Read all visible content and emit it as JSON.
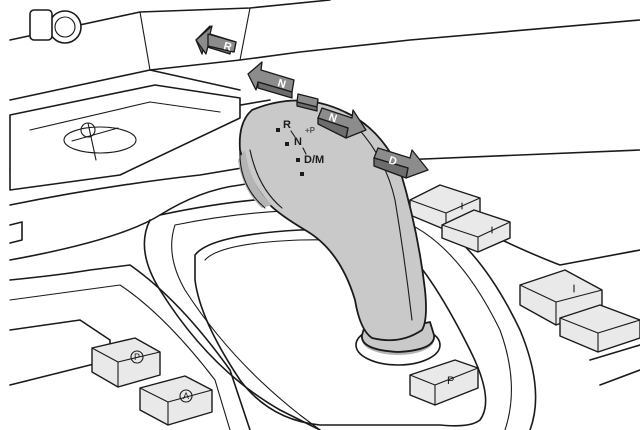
{
  "gear_knob": {
    "reverse": "R",
    "neutral": "N",
    "park_hint": "+P",
    "drive": "D/M"
  },
  "arrows": {
    "reverse_label": "R",
    "neutral_up_label": "N",
    "neutral_down_label": "N",
    "drive_label": "D"
  },
  "buttons": {
    "park_button_label": "P",
    "epb_icon_label": "P",
    "auto_hold_label": "A"
  },
  "colors": {
    "knob": "#c9c9c9",
    "arrow": "#8c8c8c",
    "outline": "#1a1a1a"
  },
  "icons": [
    "wireless-charging-icon",
    "parking-brake-icon",
    "auto-hold-icon"
  ]
}
